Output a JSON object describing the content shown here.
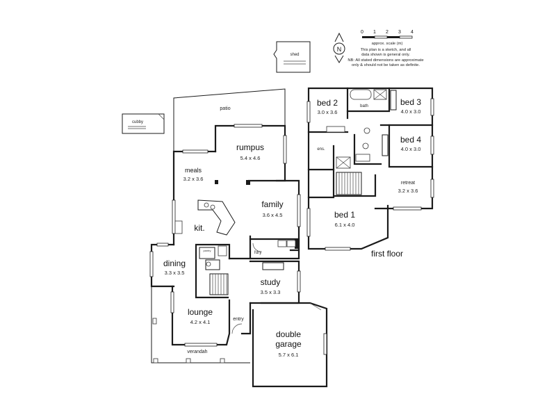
{
  "rooms": {
    "patio": {
      "name": "patio"
    },
    "rumpus": {
      "name": "rumpus",
      "dims": "5.4 x 4.6"
    },
    "meals": {
      "name": "meals",
      "dims": "3.2 x 3.6"
    },
    "kitchen": {
      "name": "kit."
    },
    "family": {
      "name": "family",
      "dims": "3.6 x 4.5"
    },
    "dining": {
      "name": "dining",
      "dims": "3.3 x 3.5"
    },
    "lounge": {
      "name": "lounge",
      "dims": "4.2 x 4.1"
    },
    "study": {
      "name": "study",
      "dims": "3.5 x 3.3"
    },
    "laundry": {
      "name": "l'dry"
    },
    "pantry": {
      "name": "pantry"
    },
    "entry": {
      "name": "entry"
    },
    "verandah": {
      "name": "verandah"
    },
    "garage": {
      "name_line1": "double",
      "name_line2": "garage",
      "dims": "5.7 x 6.1"
    },
    "cubby": {
      "name": "cubby"
    },
    "shed": {
      "name": "shed"
    },
    "bed1": {
      "name": "bed 1",
      "dims": "6.1 x 4.0"
    },
    "bed2": {
      "name": "bed 2",
      "dims": "3.0 x 3.6"
    },
    "bed3": {
      "name": "bed 3",
      "dims": "4.0 x 3.0"
    },
    "bed4": {
      "name": "bed 4",
      "dims": "4.0 x 3.0"
    },
    "retreat": {
      "name": "retreat",
      "dims": "3.2 x 3.6"
    },
    "bath": {
      "name": "bath"
    },
    "ensuite": {
      "name": "ens."
    }
  },
  "floor_label": "first floor",
  "scale": {
    "ticks": [
      "0",
      "1",
      "2",
      "3",
      "4"
    ],
    "label": "approx. scale (m)"
  },
  "north_label": "N",
  "notes": [
    "This plan is a sketch, and all",
    "data shown is general only.",
    "NB: All stated dimensions are approximate",
    "only & should not be taken as definite."
  ]
}
